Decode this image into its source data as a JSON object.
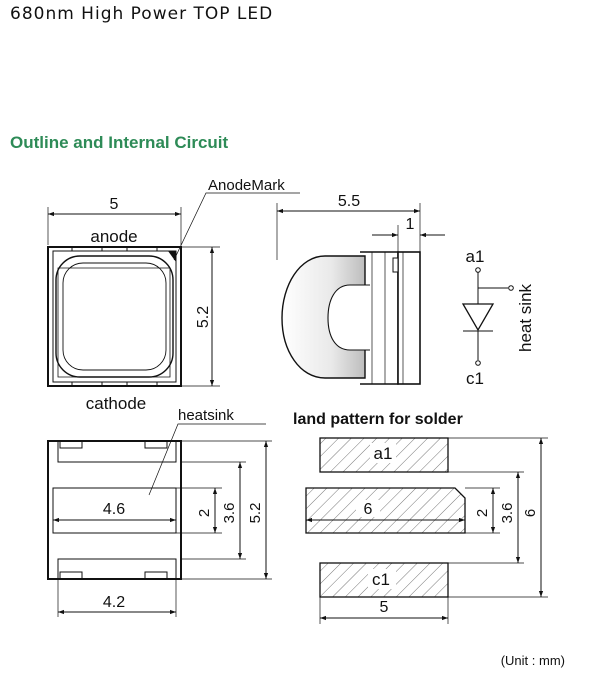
{
  "header": {
    "title": "680nm High Power TOP LED",
    "section_title": "Outline and Internal Circuit"
  },
  "top_view": {
    "width_dim": "5",
    "anode_label": "anode",
    "anode_mark_label": "AnodeMark",
    "height_dim": "5.2",
    "cathode_label": "cathode"
  },
  "side_view": {
    "length_dim": "5.5",
    "flange_dim": "1"
  },
  "circuit": {
    "anode_pin": "a1",
    "cathode_pin": "c1",
    "heat_sink_label": "heat sink"
  },
  "bottom_view": {
    "heatsink_label": "heatsink",
    "pad_width_dim": "4.6",
    "pad_height_dim": "2",
    "span_dim": "3.6",
    "total_height_dim": "5.2",
    "base_width_dim": "4.2"
  },
  "land_pattern": {
    "title": "land pattern for solder",
    "pad_a_label": "a1",
    "pad_c_label": "c1",
    "center_width_dim": "6",
    "center_height_dim": "2",
    "span_dim": "3.6",
    "total_height_dim": "6",
    "pad_width_dim": "5"
  },
  "footer": {
    "unit_note": "(Unit : mm)"
  }
}
